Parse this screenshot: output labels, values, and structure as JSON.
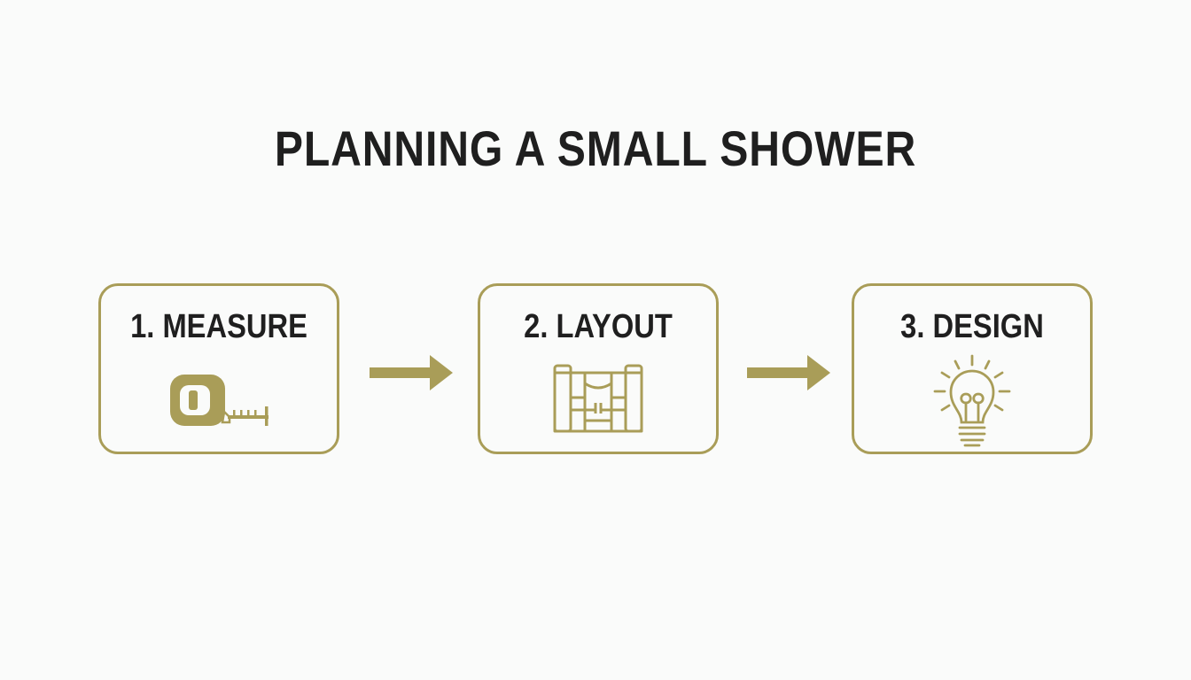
{
  "title": "PLANNING A SMALL SHOWER",
  "accent_color": "#a99d58",
  "text_color": "#1f1f1f",
  "steps": [
    {
      "label": "1. MEASURE",
      "icon": "tape-measure-icon"
    },
    {
      "label": "2. LAYOUT",
      "icon": "floor-plan-icon"
    },
    {
      "label": "3. DESIGN",
      "icon": "lightbulb-icon"
    }
  ]
}
